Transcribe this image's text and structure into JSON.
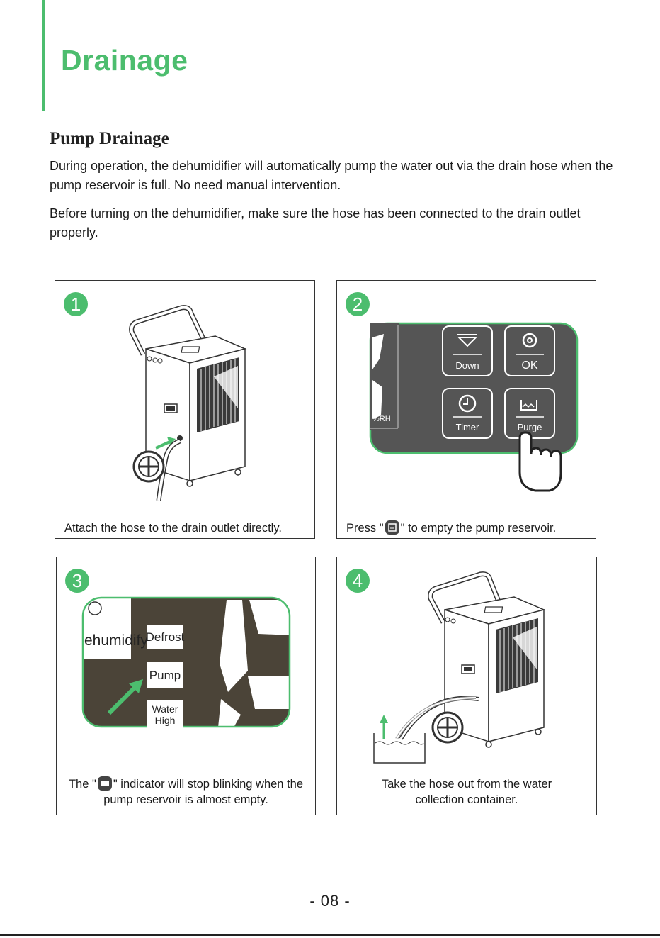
{
  "page": {
    "title": "Drainage",
    "section_title": "Pump Drainage",
    "paragraph1": "During operation, the dehumidifier will automatically pump the water out via the drain hose when the pump reservoir is full. No need manual intervention.",
    "paragraph2": "Before turning on the dehumidifier, make sure the hose has been connected to the drain outlet properly.",
    "page_number": "- 08 -",
    "accent_color": "#4cbd6e"
  },
  "steps": [
    {
      "number": "1",
      "caption": "Attach the hose to the drain outlet directly."
    },
    {
      "number": "2",
      "caption_before": "Press \"",
      "caption_after": "\" to empty the pump reservoir.",
      "panel_labels": {
        "down": "Down",
        "ok": "OK",
        "timer": "Timer",
        "purge": "Purge",
        "rh": "%RH"
      }
    },
    {
      "number": "3",
      "caption_before": "The \"",
      "caption_after": "\" indicator will stop blinking when the pump reservoir is almost empty.",
      "panel_labels": {
        "dehumidify": "ehumidify",
        "defrost": "Defrost",
        "pump": "Pump",
        "water_high_1": "Water",
        "water_high_2": "High"
      },
      "icon_label": "Pump"
    },
    {
      "number": "4",
      "caption_line1": "Take the hose out from the water",
      "caption_line2": "collection container."
    }
  ]
}
